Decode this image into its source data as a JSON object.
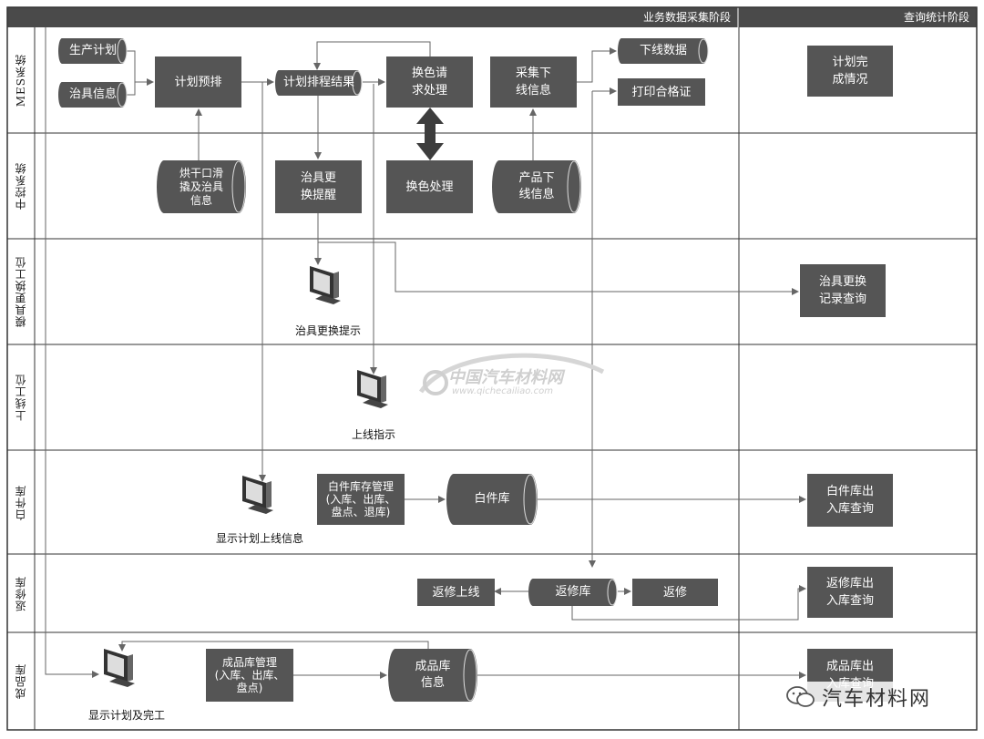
{
  "header": {
    "phase_collect": "业务数据采集阶段",
    "phase_query": "查询统计阶段"
  },
  "lanes": {
    "mes": "MES系统",
    "central": "中控系统",
    "tooling_station": "模具更换工位",
    "online_station": "上线工位",
    "white_store": "白件库",
    "rework_store": "返修库",
    "finished_store": "成品库"
  },
  "nodes": {
    "production_plan": "生产计划",
    "fixture_info": "治具信息",
    "plan_prearrange": "计划预排",
    "schedule_result": "计划排程结果",
    "color_change_request": "换色请\n求处理",
    "collect_offline": "采集下\n线信息",
    "offline_data": "下线数据",
    "print_cert": "打印合格证",
    "plan_completion": "计划完\n成情况",
    "oven_info": "烘干口滑\n撬及治具\n信息",
    "fixture_change_reminder": "治具更\n换提醒",
    "color_change_process": "换色处理",
    "product_offline_info": "产品下\n线信息",
    "fixture_change_prompt": "治具更换提示",
    "fixture_change_query": "治具更换\n记录查询",
    "online_instruction": "上线指示",
    "white_store_mgmt": "白件库存管理\n(入库、出库、\n盘点、退库)",
    "white_store_db": "白件库",
    "white_store_query": "白件库出\n入库查询",
    "show_plan_online": "显示计划上线信息",
    "rework_online": "返修上线",
    "rework_store_db": "返修库",
    "rework": "返修",
    "rework_store_query": "返修库出\n入库查询",
    "finished_mgmt": "成品库管理\n(入库、出库、\n盘点)",
    "finished_info": "成品库\n信息",
    "finished_query": "成品库出\n入库查询",
    "show_plan_complete": "显示计划及完工"
  },
  "watermark": {
    "brand": "中国汽车材料网",
    "url": "www.qichecailiao.com",
    "badge": "汽车材料网"
  },
  "colors": {
    "header_bg": "#4a4a4a",
    "box_fill": "#555555",
    "lane_line": "#333333",
    "connector": "#666666",
    "watermark": "#c8c8c8"
  }
}
